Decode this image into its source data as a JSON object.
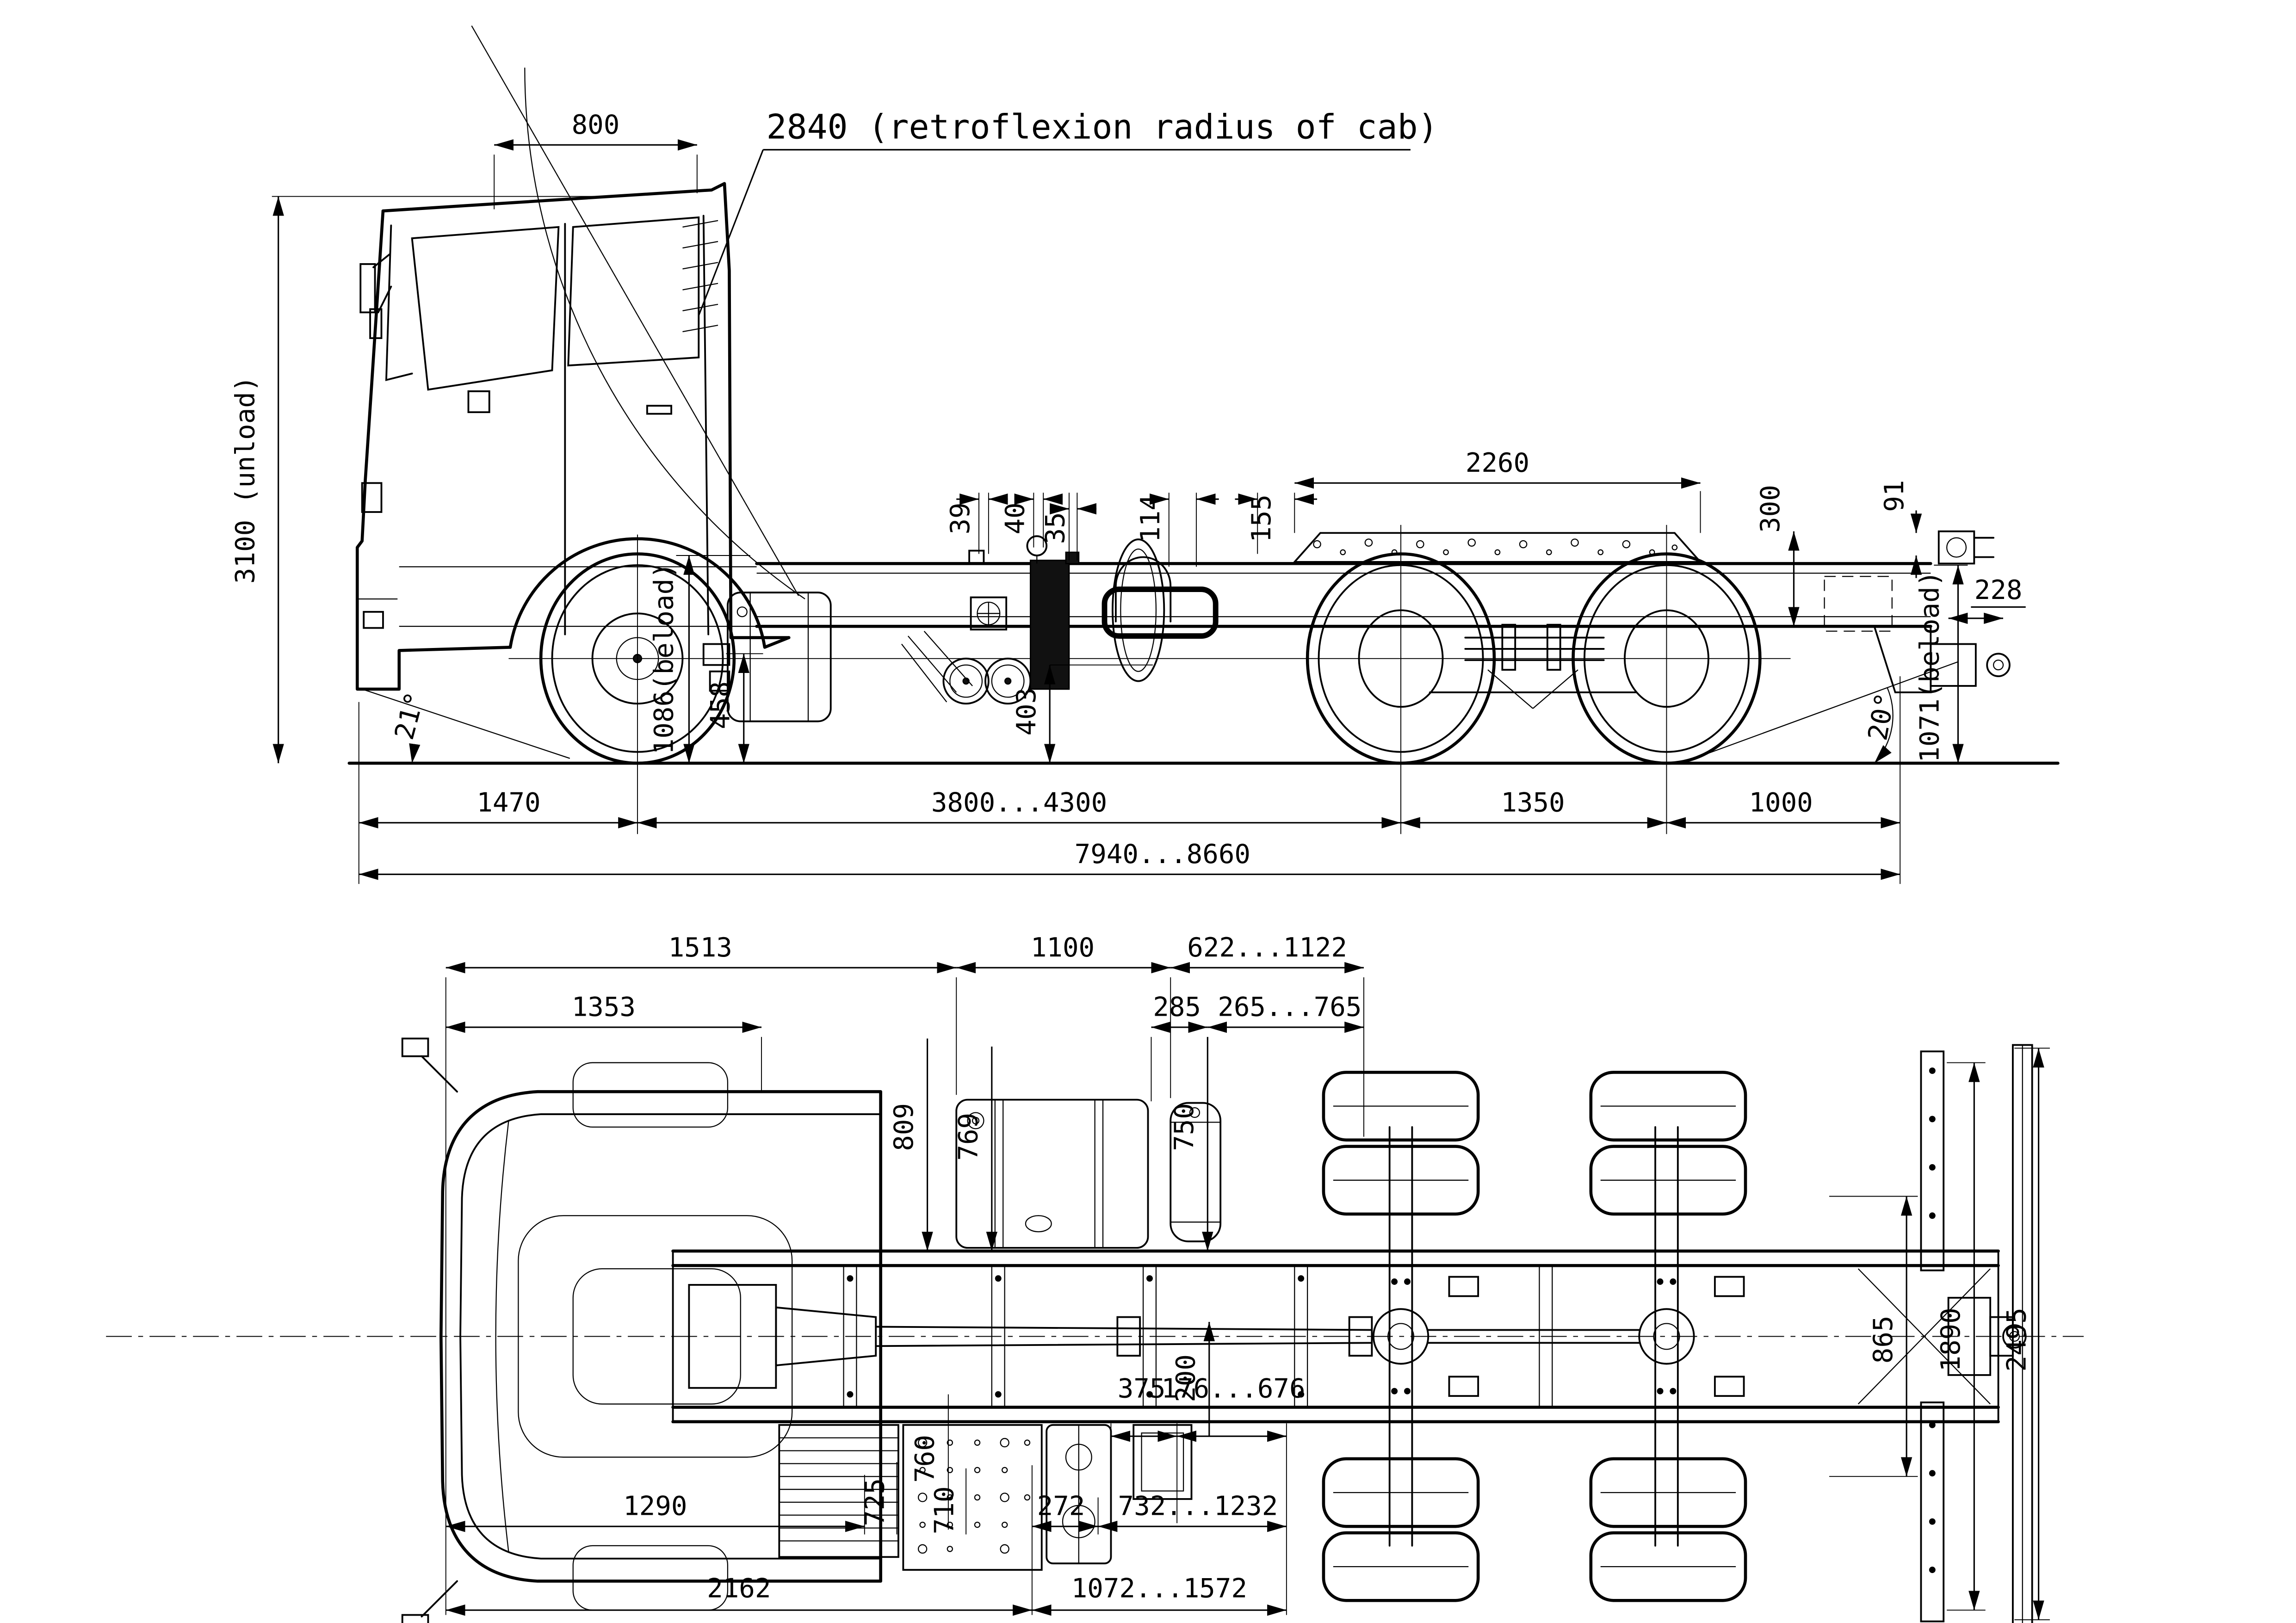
{
  "drawing": {
    "type": "truck chassis engineering blueprint, side view and plan view",
    "background_color": "#ffffff",
    "line_color": "#000000"
  },
  "side": {
    "d800": "800",
    "note2840": "2840 (retroflexion radius of cab)",
    "h3100": "3100 (unload)",
    "d39": "39",
    "d40": "40",
    "d35": "35",
    "d114": "114",
    "d155": "155",
    "d2260": "2260",
    "d300": "300",
    "d91": "91",
    "d228": "228",
    "a21": "21°",
    "d1086": "1086(beload)",
    "d458": "458",
    "d403": "403",
    "d1470": "1470",
    "wheelbase": "3800...4300",
    "d1350": "1350",
    "d1000": "1000",
    "total_length": "7940...8660",
    "a20": "20°",
    "d1071": "1071(beload)"
  },
  "plan": {
    "d1513": "1513",
    "d1353": "1353",
    "d1100": "1100",
    "d622_1122": "622...1122",
    "d285": "285",
    "d265_765": "265...765",
    "d809": "809",
    "d769": "769",
    "d750": "750",
    "d865": "865",
    "d1890": "1890",
    "d2495": "2495",
    "d760": "760",
    "d200": "200",
    "d375": "375",
    "d176_676": "176...676",
    "d725": "725",
    "d710": "710",
    "d272": "272",
    "d732_1232": "732...1232",
    "d1290": "1290",
    "d2162": "2162",
    "d1072_1572": "1072...1572"
  }
}
